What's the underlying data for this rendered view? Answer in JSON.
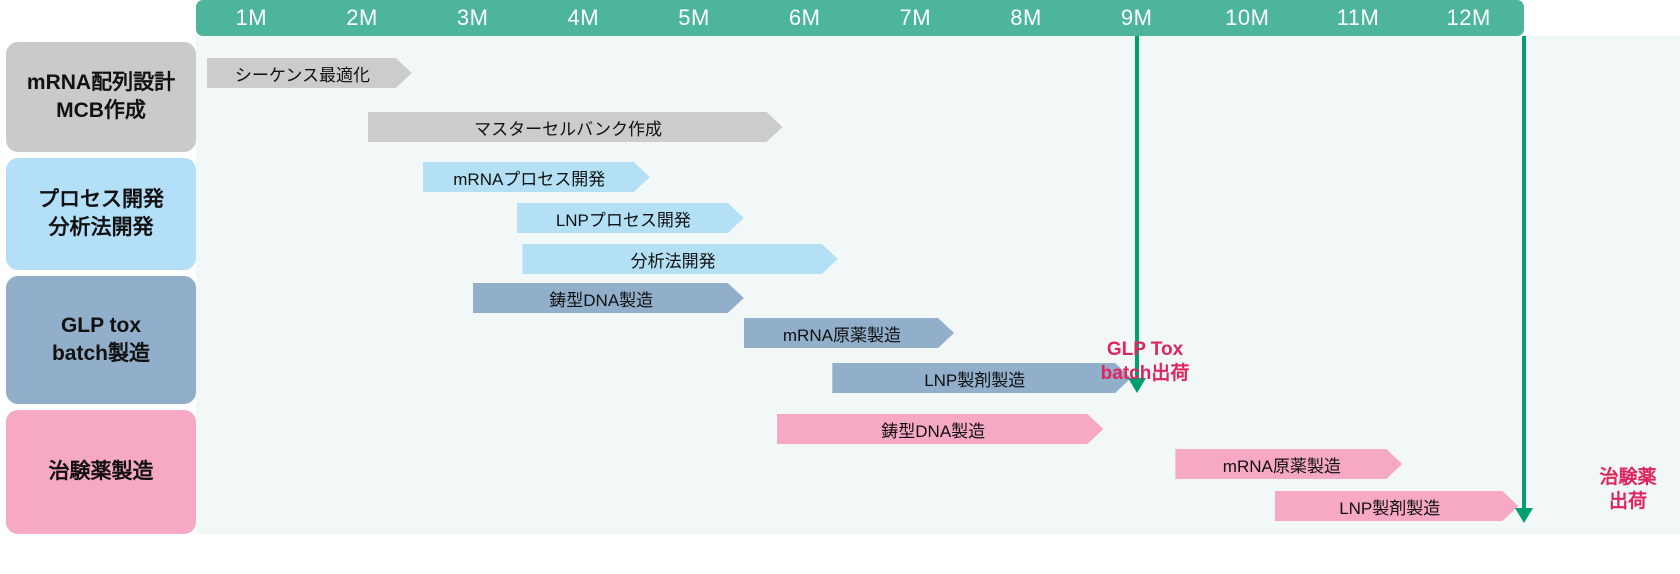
{
  "chart_data": {
    "type": "bar",
    "chart_subtype": "gantt",
    "title": "",
    "xlabel": "",
    "ylabel": "",
    "xlim": [
      0,
      12.6
    ],
    "x_unit": "month",
    "grid": false,
    "legend_position": "none",
    "axis": {
      "tick_labels": [
        "1M",
        "2M",
        "3M",
        "4M",
        "5M",
        "6M",
        "7M",
        "8M",
        "9M",
        "10M",
        "11M",
        "12M"
      ],
      "tick_values": [
        1,
        2,
        3,
        4,
        5,
        6,
        7,
        8,
        9,
        10,
        11,
        12
      ]
    },
    "categories": [
      "mRNA配列設計 MCB作成",
      "プロセス開発 分析法開発",
      "GLP tox batch製造",
      "治験薬製造"
    ],
    "tasks": [
      {
        "category": 0,
        "label": "シーケンス最適化",
        "start": 0.1,
        "end": 1.95,
        "color": "#cccccc"
      },
      {
        "category": 0,
        "label": "マスターセルバンク作成",
        "start": 1.55,
        "end": 5.3,
        "color": "#cccccc"
      },
      {
        "category": 1,
        "label": "mRNAプロセス開発",
        "start": 2.05,
        "end": 4.1,
        "color": "#b3e0f5"
      },
      {
        "category": 1,
        "label": "LNPプロセス開発",
        "start": 2.9,
        "end": 4.95,
        "color": "#b3e0f5"
      },
      {
        "category": 1,
        "label": "分析法開発",
        "start": 2.95,
        "end": 5.8,
        "color": "#b3e0f5"
      },
      {
        "category": 2,
        "label": "鋳型DNA製造",
        "start": 2.5,
        "end": 4.95,
        "color": "#91aecb"
      },
      {
        "category": 2,
        "label": "mRNA原薬製造",
        "start": 4.95,
        "end": 6.85,
        "color": "#91aecb"
      },
      {
        "category": 2,
        "label": "LNP製剤製造",
        "start": 5.75,
        "end": 8.45,
        "color": "#91aecb"
      },
      {
        "category": 3,
        "label": "鋳型DNA製造",
        "start": 5.25,
        "end": 8.2,
        "color": "#f7a8c4"
      },
      {
        "category": 3,
        "label": "mRNA原薬製造",
        "start": 8.85,
        "end": 10.9,
        "color": "#f7a8c4"
      },
      {
        "category": 3,
        "label": "LNP製剤製造",
        "start": 9.75,
        "end": 11.95,
        "color": "#f7a8c4"
      }
    ],
    "milestones": [
      {
        "label_lines": [
          "GLP Tox",
          "batch出荷"
        ],
        "at_month": 8.5,
        "color": "#e0245e"
      },
      {
        "label_lines": [
          "治験薬",
          "出荷"
        ],
        "at_month": 12.0,
        "color": "#e0245e"
      }
    ]
  },
  "timeline": {
    "ticks": [
      {
        "label": "1M"
      },
      {
        "label": "2M"
      },
      {
        "label": "3M"
      },
      {
        "label": "4M"
      },
      {
        "label": "5M"
      },
      {
        "label": "6M"
      },
      {
        "label": "7M"
      },
      {
        "label": "8M"
      },
      {
        "label": "9M"
      },
      {
        "label": "10M"
      },
      {
        "label": "11M"
      },
      {
        "label": "12M"
      }
    ],
    "header_color": "#4cb59c"
  },
  "categories": [
    {
      "lines": [
        "mRNA配列設計",
        "MCB作成"
      ],
      "color": "#c9cacc"
    },
    {
      "lines": [
        "プロセス開発",
        "分析法開発"
      ],
      "color": "#b3e0f8"
    },
    {
      "lines": [
        "GLP tox",
        "batch製造"
      ],
      "color": "#91aecb"
    },
    {
      "lines": [
        "治験薬製造"
      ],
      "color": "#f7a8c4"
    }
  ],
  "bars": [
    {
      "label": "シーケンス最適化"
    },
    {
      "label": "マスターセルバンク作成"
    },
    {
      "label": "mRNAプロセス開発"
    },
    {
      "label": "LNPプロセス開発"
    },
    {
      "label": "分析法開発"
    },
    {
      "label": "鋳型DNA製造"
    },
    {
      "label": "mRNA原薬製造"
    },
    {
      "label": "LNP製剤製造"
    },
    {
      "label": "鋳型DNA製造"
    },
    {
      "label": "mRNA原薬製造"
    },
    {
      "label": "LNP製剤製造"
    }
  ],
  "milestones": [
    {
      "lines": [
        "GLP Tox",
        "batch出荷"
      ]
    },
    {
      "lines": [
        "治験薬",
        "出荷"
      ]
    }
  ],
  "colors": {
    "plot_background": "#f1f8f7",
    "header_green": "#4cb59c",
    "milestone_green": "#009f72",
    "milestone_text": "#e0245e",
    "gray_bar": "#cccccc",
    "light_blue_bar": "#b3e0f5",
    "steel_blue_bar": "#91aecb",
    "pink_bar": "#f7a8c4"
  }
}
